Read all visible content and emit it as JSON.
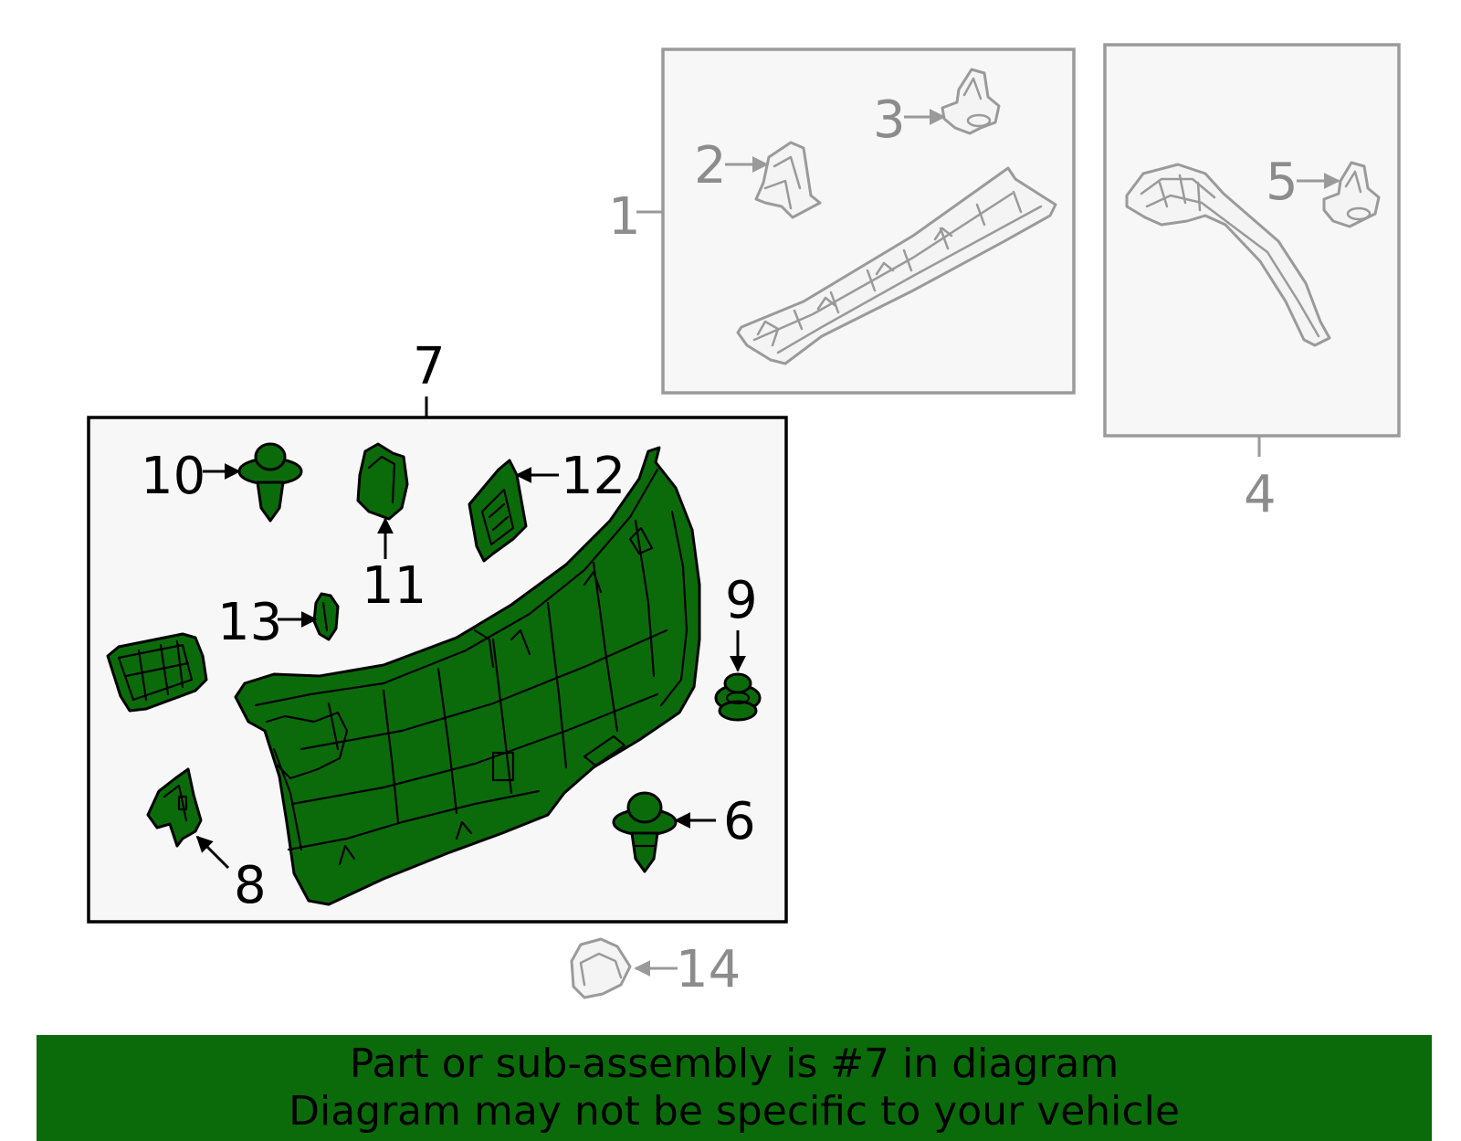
{
  "colors": {
    "highlight_green": "#0b6b0b",
    "banner_green": "#0b6b0b",
    "outline_gray": "#9a9a9a",
    "label_gray": "#8c8c8c",
    "label_black": "#000000",
    "box_fill": "#f7f7f7"
  },
  "callouts": {
    "c1": "1",
    "c2": "2",
    "c3": "3",
    "c4": "4",
    "c5": "5",
    "c6": "6",
    "c7": "7",
    "c8": "8",
    "c9": "9",
    "c10": "10",
    "c11": "11",
    "c12": "12",
    "c13": "13",
    "c14": "14"
  },
  "banner": {
    "line1": "Part or sub-assembly is #7 in diagram",
    "line2": "Diagram may not be specific to your vehicle"
  }
}
